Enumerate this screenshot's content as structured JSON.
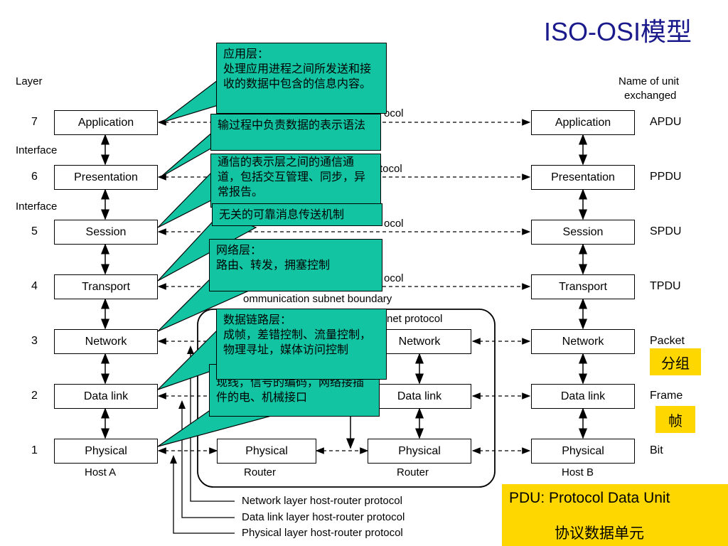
{
  "title": "ISO-OSI模型",
  "header": {
    "layer": "Layer",
    "unit_line1": "Name of unit",
    "unit_line2": "exchanged"
  },
  "layers": [
    {
      "num": "7",
      "name": "Application",
      "unit": "APDU"
    },
    {
      "num": "6",
      "name": "Presentation",
      "unit": "PPDU"
    },
    {
      "num": "5",
      "name": "Session",
      "unit": "SPDU"
    },
    {
      "num": "4",
      "name": "Transport",
      "unit": "TPDU"
    },
    {
      "num": "3",
      "name": "Network",
      "unit": "Packet"
    },
    {
      "num": "2",
      "name": "Data link",
      "unit": "Frame"
    },
    {
      "num": "1",
      "name": "Physical",
      "unit": "Bit"
    }
  ],
  "interface_label": "Interface",
  "host_a": "Host A",
  "host_b": "Host B",
  "router": "Router",
  "subnet_boundary": "ommunication subnet boundary",
  "subnet_protocol": "net protocol",
  "protocol_fragments": {
    "application": "ocol",
    "presentation": "tocol",
    "session": "ocol",
    "transport": "ocol"
  },
  "bottom_protocols": [
    "Network layer host-router protocol",
    "Data link layer host-router protocol",
    "Physical layer host-router protocol"
  ],
  "callouts": {
    "application": "应用层：\n处理应用进程之间所发送和接收的数据中包含的信息内容。",
    "presentation_partial": "输过程中负责数据的表示语法",
    "session_partial": "通信的表示层之间的通信通道，包括交互管理、同步，异常报告。",
    "transport_partial": "无关的可靠消息传送机制",
    "network": "网络层：\n路由、转发，拥塞控制",
    "datalink": "数据链路层：\n成帧，差错控制、流量控制，物理寻址，媒体访问控制",
    "physical_partial": "现线，信号的编码，网络接插件的电、机械接口"
  },
  "unit_cn": {
    "packet": "分组",
    "frame": "帧"
  },
  "pdu": {
    "en": "PDU: Protocol Data Unit",
    "cn": "协议数据单元"
  },
  "colors": {
    "callout": "#13c4a3",
    "highlight": "#ffd700",
    "title": "#1a1a8c"
  }
}
